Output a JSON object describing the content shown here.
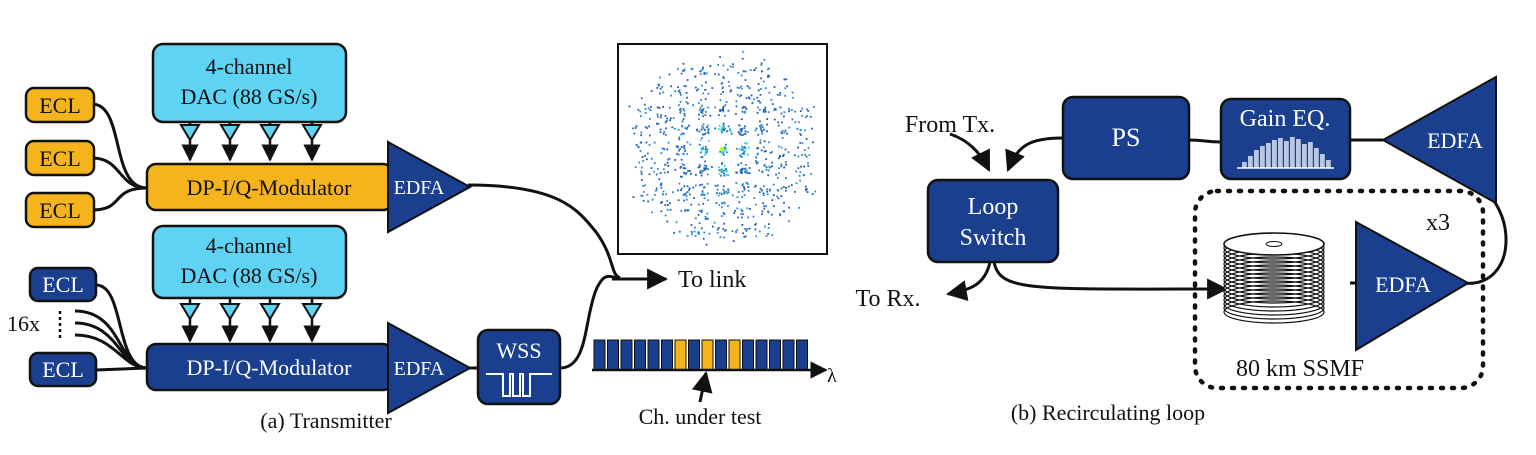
{
  "colors": {
    "dark_blue": "#1a3f8f",
    "light_blue": "#5ed3f3",
    "orange": "#f5b41c",
    "line": "#111111"
  },
  "transmitter": {
    "dac_label_line1": "4-channel",
    "dac_label_line2": "DAC (88 GS/s)",
    "ecl_label": "ECL",
    "modulator_label": "DP-I/Q-Modulator",
    "edfa_label": "EDFA",
    "wss_label": "WSS",
    "multiplicity_label": "16x",
    "to_link_label": "To link",
    "channel_under_test_label": "Ch. under test",
    "wavelength_symbol": "λ",
    "caption": "(a) Transmitter"
  },
  "loop": {
    "from_tx_label": "From Tx.",
    "to_rx_label": "To Rx.",
    "ps_label": "PS",
    "gain_eq_label": "Gain EQ.",
    "loop_switch_line1": "Loop",
    "loop_switch_line2": "Switch",
    "edfa_label": "EDFA",
    "repeat_label": "x3",
    "fiber_label": "80 km SSMF",
    "caption": "(b) Recirculating loop"
  }
}
